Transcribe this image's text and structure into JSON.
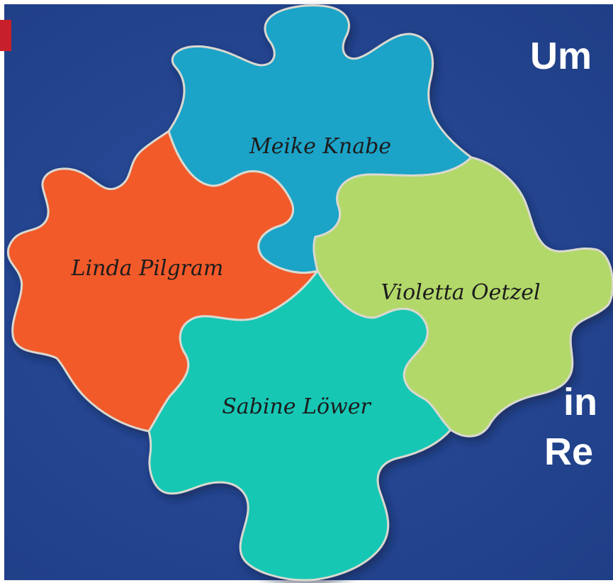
{
  "slide": {
    "title_fragments": [
      "Um",
      "in",
      "Re"
    ]
  },
  "puzzle": {
    "pieces": [
      {
        "key": "meike",
        "name": "Meike Knabe",
        "color": "#1aa3c8"
      },
      {
        "key": "linda",
        "name": "Linda Pilgram",
        "color": "#f25a2a"
      },
      {
        "key": "violetta",
        "name": "Violetta Oetzel",
        "color": "#b3d86a"
      },
      {
        "key": "sabine",
        "name": "Sabine Löwer",
        "color": "#17c7b4"
      }
    ]
  },
  "colors": {
    "background": "#2a4b98",
    "accent_tab": "#c8202a",
    "title": "#ffffff"
  }
}
